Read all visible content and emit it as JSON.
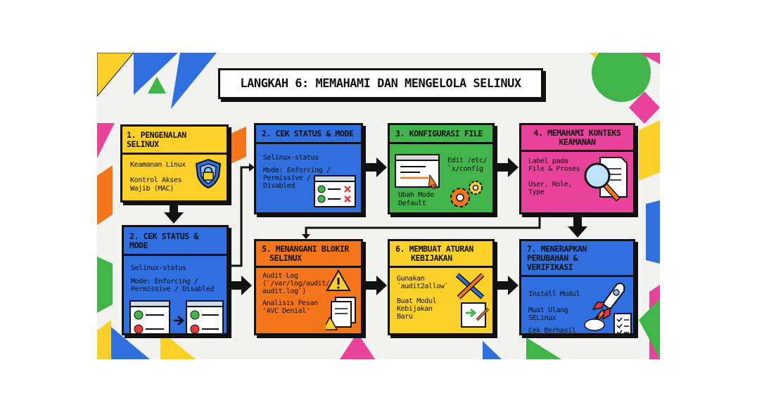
{
  "title": "LANGKAH 6: MEMAHAMI DAN MENGELOLA SELINUX",
  "colors": {
    "yellow": "#fbd129",
    "blue": "#2f6fe0",
    "green": "#41b54a",
    "magenta": "#e8429a",
    "orange": "#f5761a",
    "outline": "#111111"
  },
  "steps": [
    {
      "heading": "1. PENGENALAN SELINUX",
      "lines": [
        "Keamanan Linux",
        "Kontrol Akses",
        "Wajib (MAC)"
      ],
      "icon": "shield-lock-icon"
    },
    {
      "heading": "2. CEK STATUS & MODE",
      "lines": [
        "Selinux-status",
        "Mode: Enforcing /",
        "Permissive /",
        "Disabled"
      ],
      "icon": "checklist-window-icon"
    },
    {
      "heading": "3. KONFIGURASI FILE",
      "lines": [
        "Edit /etc/",
        "`x/config",
        "Ubah Mode",
        "Default"
      ],
      "icon": "terminal-gears-icon"
    },
    {
      "heading_lines": [
        "4. MEMAHAMI KONTEKS",
        "KEAMANAN"
      ],
      "lines": [
        "Label pada",
        "File & Proses",
        "User, Role,",
        "Type"
      ],
      "icon": "magnifier-document-icon"
    },
    {
      "heading": "2. CEK STATUS & MODE",
      "lines": [
        "Selinux-status",
        "Mode: Enforcing /",
        "Permissive / Disabled"
      ],
      "icon": "status-windows-icon"
    },
    {
      "heading_lines": [
        "5. MENANGANI BLOKIR",
        "SELINUX"
      ],
      "lines": [
        "Audit Log",
        "(`/var/log/audit/",
        "audit.log`)",
        "Analisis Pesan",
        "'AVC Denial'"
      ],
      "icon": "warning-documents-icon"
    },
    {
      "heading_lines": [
        "6. MEMBUAT ATURAN",
        "KEBIJAKAN"
      ],
      "lines": [
        "Gunakan",
        "`audit2allow`",
        "Buat Modul",
        "Kebijakan",
        "Baru"
      ],
      "icon": "tools-document-icon"
    },
    {
      "heading_lines": [
        "7. MENERAPKAN",
        "PERUBAHAN & VERIFIKASI"
      ],
      "lines": [
        "Install Modul",
        "Muat Ulang",
        "SELinux",
        "Cek Berhasil"
      ],
      "icon": "rocket-checklist-icon"
    }
  ]
}
